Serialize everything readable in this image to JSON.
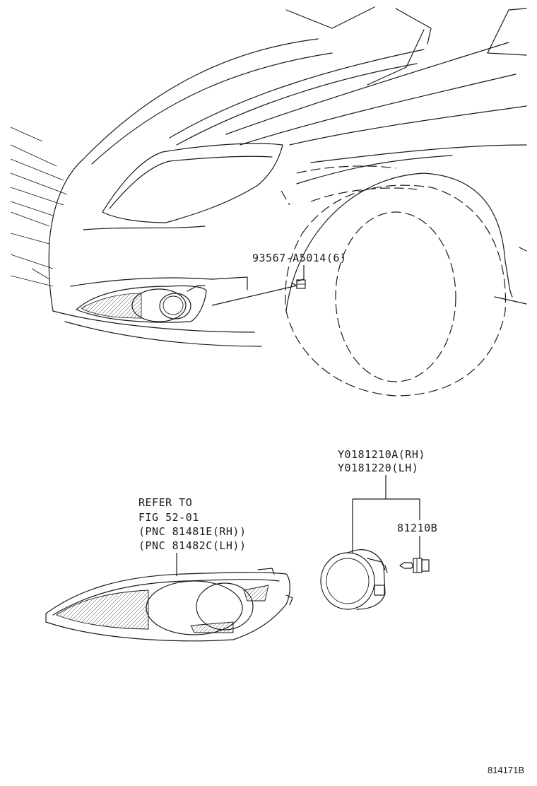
{
  "labels": {
    "bolt_part": "93567-A5014(6)",
    "refer_line1": "REFER TO",
    "refer_line2": "FIG 52-01",
    "refer_line3": "(PNC 81481E(RH))",
    "refer_line4": "(PNC 81482C(LH))",
    "foglamp_rh": "Y0181210A(RH)",
    "foglamp_lh": "Y0181220(LH)",
    "bulb_part": "81210B",
    "figure_id": "814171B"
  }
}
